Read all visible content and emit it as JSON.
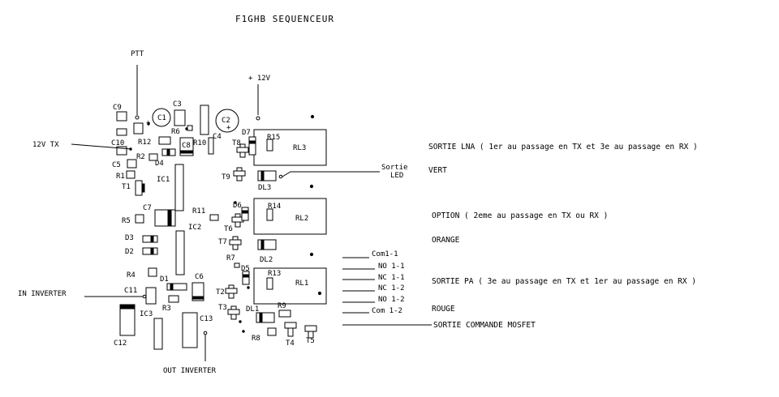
{
  "title": "F1GHB SEQUENCEUR",
  "signals": {
    "ptt": "PTT",
    "plus12v": "+ 12V",
    "in12vtx": "12V TX",
    "in_inverter": "IN INVERTER",
    "out_inverter": "OUT INVERTER",
    "sortie_led_1": "Sortie",
    "sortie_led_2": "LED"
  },
  "contacts": {
    "com11": "Com1-1",
    "no11": "NO 1-1",
    "nc11": "NC 1-1",
    "nc12": "NC 1-2",
    "no12": "NO 1-2",
    "com12": "Com 1-2"
  },
  "annotations": {
    "lna": "SORTIE LNA ( 1er au passage en TX et 3e au passage en RX )",
    "vert": "VERT",
    "option": "OPTION ( 2eme au passage en TX ou RX )",
    "orange": "ORANGE",
    "pa": "SORTIE PA ( 3e au passage en TX et 1er au passage en RX )",
    "rouge": "ROUGE",
    "mosfet": "SORTIE COMMANDE MOSFET"
  },
  "components": {
    "c1": "C1",
    "c2": "C2",
    "c3": "C3",
    "c4": "C4",
    "c5": "C5",
    "c6": "C6",
    "c7": "C7",
    "c8": "C8",
    "c9": "C9",
    "c10": "C10",
    "c11": "C11",
    "c12": "C12",
    "c13": "C13",
    "r1": "R1",
    "r2": "R2",
    "r3": "R3",
    "r4": "R4",
    "r5": "R5",
    "r6": "R6",
    "r7": "R7",
    "r8": "R8",
    "r9": "R9",
    "r10": "R10",
    "r11": "R11",
    "r12": "R12",
    "r13": "R13",
    "r14": "R14",
    "r15": "R15",
    "d1": "D1",
    "d2": "D2",
    "d3": "D3",
    "d4": "D4",
    "d5": "D5",
    "d6": "D6",
    "d7": "D7",
    "t1": "T1",
    "t2": "T2",
    "t3": "T3",
    "t4": "T4",
    "t5": "T5",
    "t6": "T6",
    "t7": "T7",
    "t8": "T8",
    "t9": "T9",
    "ic1": "IC1",
    "ic2": "IC2",
    "ic3": "IC3",
    "dl1": "DL1",
    "dl2": "DL2",
    "dl3": "DL3",
    "rl1": "RL1",
    "rl2": "RL2",
    "rl3": "RL3"
  }
}
